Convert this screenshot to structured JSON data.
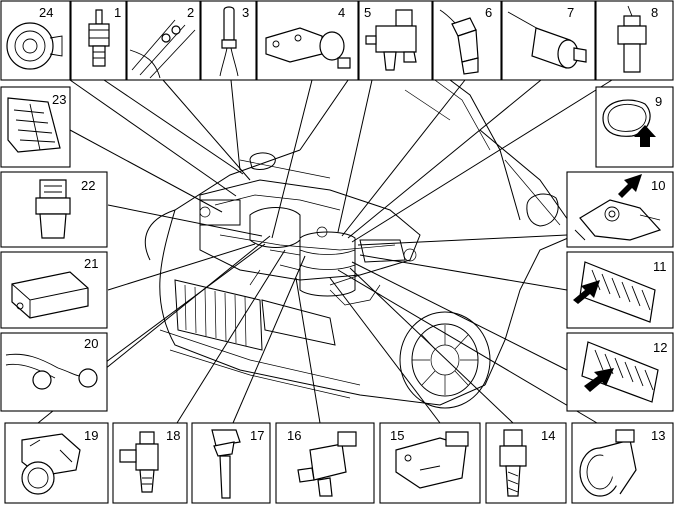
{
  "callouts": [
    {
      "id": "c1",
      "text": "1"
    },
    {
      "id": "c2",
      "text": "2"
    },
    {
      "id": "c3",
      "text": "3"
    },
    {
      "id": "c4",
      "text": "4"
    },
    {
      "id": "c5",
      "text": "5"
    },
    {
      "id": "c6",
      "text": "6"
    },
    {
      "id": "c7",
      "text": "7"
    },
    {
      "id": "c8",
      "text": "8"
    },
    {
      "id": "c9",
      "text": "9"
    },
    {
      "id": "c10",
      "text": "10"
    },
    {
      "id": "c11",
      "text": "11"
    },
    {
      "id": "c12",
      "text": "12"
    },
    {
      "id": "c13",
      "text": "13"
    },
    {
      "id": "c14",
      "text": "14"
    },
    {
      "id": "c15",
      "text": "15"
    },
    {
      "id": "c16",
      "text": "16"
    },
    {
      "id": "c17",
      "text": "17"
    },
    {
      "id": "c18",
      "text": "18"
    },
    {
      "id": "c19",
      "text": "19"
    },
    {
      "id": "c20",
      "text": "20"
    },
    {
      "id": "c21",
      "text": "21"
    },
    {
      "id": "c22",
      "text": "22"
    },
    {
      "id": "c23",
      "text": "23"
    },
    {
      "id": "c24",
      "text": "24"
    }
  ]
}
